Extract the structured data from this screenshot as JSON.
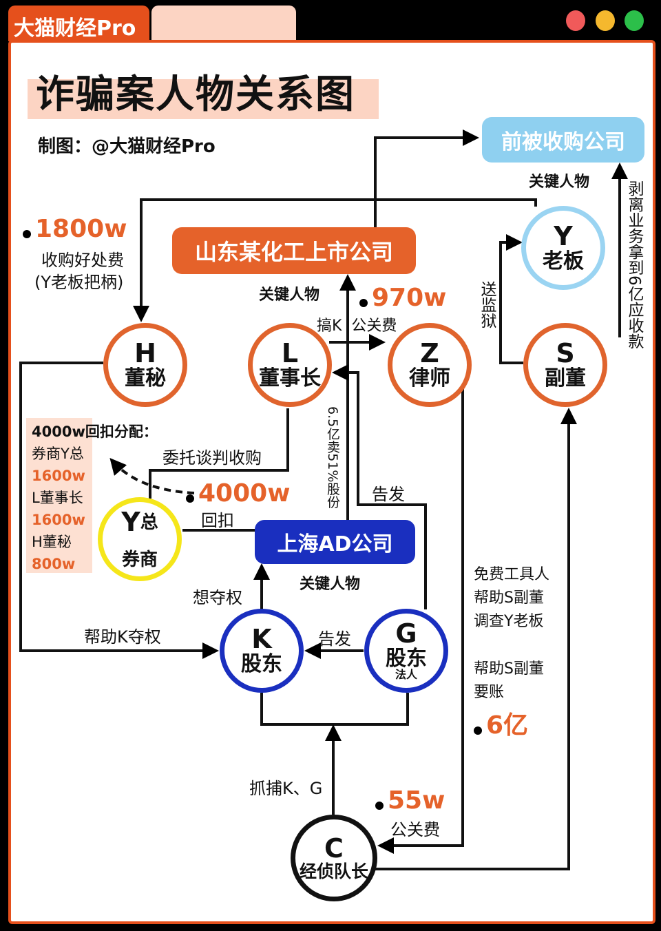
{
  "header": {
    "brand_tab": "大猫财经Pro",
    "window_dots": [
      "#f05a5a",
      "#f5b82e",
      "#2cbf4a"
    ]
  },
  "title": "诈骗案人物关系图",
  "credit": "制图：@大猫财经Pro",
  "colors": {
    "orange": "#e5622a",
    "blue": "#1a2fbf",
    "light_blue": "#8fd0f0",
    "yellow": "#f5e61a",
    "peach": "#fcd4c3"
  },
  "boxes": {
    "target_company": "前被收购公司",
    "listed_company": "山东某化工上市公司",
    "ad_company": "上海AD公司",
    "key_person": "关键人物"
  },
  "nodes": {
    "y_boss": {
      "letter": "Y",
      "role": "老板"
    },
    "h": {
      "letter": "H",
      "role": "董秘"
    },
    "l": {
      "letter": "L",
      "role": "董事长"
    },
    "z": {
      "letter": "Z",
      "role": "律师"
    },
    "s": {
      "letter": "S",
      "role": "副董"
    },
    "y_broker": {
      "letter": "Y",
      "role1": "总",
      "role2": "券商"
    },
    "k": {
      "letter": "K",
      "role": "股东"
    },
    "g": {
      "letter": "G",
      "role": "股东",
      "sub": "法人"
    },
    "c": {
      "letter": "C",
      "role": "经侦队长"
    }
  },
  "labels": {
    "amount_1800": "1800w",
    "note_1800_1": "收购好处费",
    "note_1800_2": "(Y老板把柄)",
    "amount_970": "970w",
    "note_970": "搞K  公关费",
    "send_prison": "送监狱",
    "strip_business": "剥离业务拿到6亿应收款",
    "sell_shares": "6.5亿卖51%股份",
    "report_1": "告发",
    "entrust": "委托谈判收购",
    "amount_4000": "4000w",
    "kickback": "回扣",
    "seize_power": "想夺权",
    "help_k": "帮助K夺权",
    "report_2": "告发",
    "tool_1": "免费工具人",
    "tool_2": "帮助S副董",
    "tool_3": "调查Y老板",
    "debt_1": "帮助S副董",
    "debt_2": "要账",
    "amount_6": "6亿",
    "arrest": "抓捕K、G",
    "amount_55": "55w",
    "note_55": "公关费"
  },
  "distribution": {
    "title": "4000w回扣分配：",
    "items": [
      {
        "who": "券商Y总",
        "amount": "1600w"
      },
      {
        "who": "L董事长",
        "amount": "1600w"
      },
      {
        "who": "H董秘",
        "amount": "800w"
      }
    ]
  }
}
